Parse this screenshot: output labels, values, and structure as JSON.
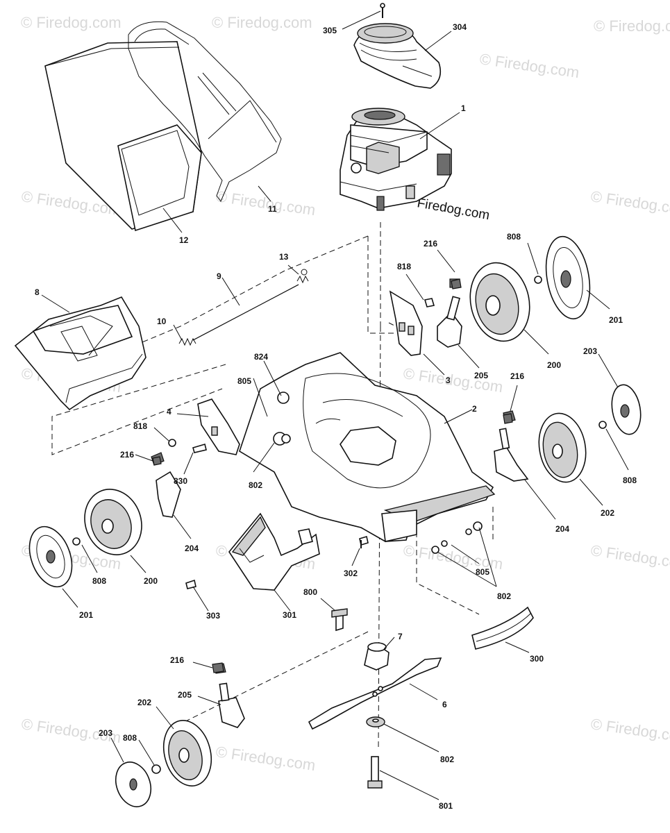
{
  "watermark": {
    "main": "Firedog.com",
    "repeat": "© Firedog.com"
  },
  "callouts": [
    {
      "id": "c305",
      "label": "305"
    },
    {
      "id": "c304",
      "label": "304"
    },
    {
      "id": "c1",
      "label": "1"
    },
    {
      "id": "c11",
      "label": "11"
    },
    {
      "id": "c12",
      "label": "12"
    },
    {
      "id": "c216a",
      "label": "216"
    },
    {
      "id": "c808a",
      "label": "808"
    },
    {
      "id": "c818a",
      "label": "818"
    },
    {
      "id": "c201a",
      "label": "201"
    },
    {
      "id": "c13",
      "label": "13"
    },
    {
      "id": "c9",
      "label": "9"
    },
    {
      "id": "c8",
      "label": "8"
    },
    {
      "id": "c10",
      "label": "10"
    },
    {
      "id": "c200a",
      "label": "200"
    },
    {
      "id": "c3",
      "label": "3"
    },
    {
      "id": "c205a",
      "label": "205"
    },
    {
      "id": "c824",
      "label": "824"
    },
    {
      "id": "c203a",
      "label": "203"
    },
    {
      "id": "c216b",
      "label": "216"
    },
    {
      "id": "c805a",
      "label": "805"
    },
    {
      "id": "c2",
      "label": "2"
    },
    {
      "id": "c4",
      "label": "4"
    },
    {
      "id": "c818b",
      "label": "818"
    },
    {
      "id": "c808b",
      "label": "808"
    },
    {
      "id": "c216c",
      "label": "216"
    },
    {
      "id": "c830",
      "label": "830"
    },
    {
      "id": "c802a",
      "label": "802"
    },
    {
      "id": "c202a",
      "label": "202"
    },
    {
      "id": "c204a",
      "label": "204"
    },
    {
      "id": "c204b",
      "label": "204"
    },
    {
      "id": "c808c",
      "label": "808"
    },
    {
      "id": "c200b",
      "label": "200"
    },
    {
      "id": "c302",
      "label": "302"
    },
    {
      "id": "c805b",
      "label": "805"
    },
    {
      "id": "c802b",
      "label": "802"
    },
    {
      "id": "c201b",
      "label": "201"
    },
    {
      "id": "c303",
      "label": "303"
    },
    {
      "id": "c301",
      "label": "301"
    },
    {
      "id": "c800",
      "label": "800"
    },
    {
      "id": "c300",
      "label": "300"
    },
    {
      "id": "c7",
      "label": "7"
    },
    {
      "id": "c216d",
      "label": "216"
    },
    {
      "id": "c205b",
      "label": "205"
    },
    {
      "id": "c202b",
      "label": "202"
    },
    {
      "id": "c6",
      "label": "6"
    },
    {
      "id": "c203b",
      "label": "203"
    },
    {
      "id": "c808d",
      "label": "808"
    },
    {
      "id": "c802c",
      "label": "802"
    },
    {
      "id": "c801",
      "label": "801"
    }
  ]
}
